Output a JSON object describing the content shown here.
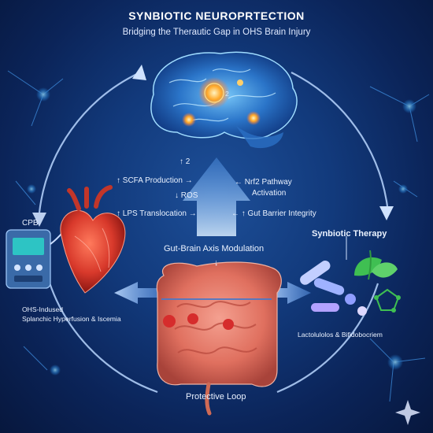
{
  "header": {
    "title": "SYNBIOTIC NEUROPRTECTION",
    "subtitle": "Bridging the Therautic Gap in OHS Brain Injury"
  },
  "brain": {
    "small_label": "2"
  },
  "effects": {
    "up_marker": "↑ 2",
    "scfa": "↑ SCFA Production →",
    "ros": "↓ ROS",
    "lps": "↑ LPS Translocation →",
    "nrf2_line1": "← Nrf2 Pathway",
    "nrf2_line2": "Activation",
    "gut_barrier": "← ↑ Gut Barrier Integrity"
  },
  "axis": {
    "label": "Gut-Brain Axis Modulation",
    "arrow": "↓"
  },
  "cpb": {
    "label": "CPB",
    "line1": "OHS-Indused",
    "line2": "Splanchic Hyperfusion & Iscemia"
  },
  "therapy": {
    "title": "Synbiotic Therapy",
    "strains": "Lactolulolos & Bifidobocriem"
  },
  "loop": {
    "label": "Protective Loop"
  },
  "colors": {
    "background": "#123a7c",
    "brain_glow": "#4fb3ff",
    "heart": "#d8392b",
    "intestine": "#e0705f",
    "leaf": "#3fbf52",
    "probiotic": "#b7c3ff"
  }
}
